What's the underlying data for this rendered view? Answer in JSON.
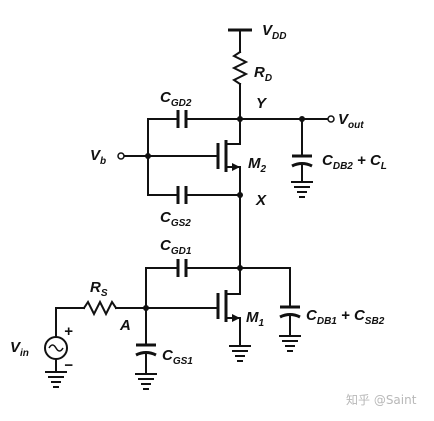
{
  "diagram": {
    "labels": {
      "vdd_main": "V",
      "vdd_sub": "DD",
      "rd_main": "R",
      "rd_sub": "D",
      "y": "Y",
      "cgd2_main": "C",
      "cgd2_sub": "GD2",
      "vout_main": "V",
      "vout_sub": "out",
      "vb_main": "V",
      "vb_sub": "b",
      "m2_main": "M",
      "m2_sub": "2",
      "cdb2_main": "C",
      "cdb2_sub": "DB2",
      "cdb2_tail": " + C",
      "cdb2_tail_sub": "L",
      "cgs2_main": "C",
      "cgs2_sub": "GS2",
      "x": "X",
      "cgd1_main": "C",
      "cgd1_sub": "GD1",
      "rs_main": "R",
      "rs_sub": "S",
      "a": "A",
      "m1_main": "M",
      "m1_sub": "1",
      "cdb1_main": "C",
      "cdb1_sub": "DB1",
      "cdb1_tail": " + C",
      "cdb1_tail_sub": "SB2",
      "vin_main": "V",
      "vin_sub": "in",
      "plus": "+",
      "minus": "−",
      "cgs1_main": "C",
      "cgs1_sub": "GS1"
    },
    "watermark": "知乎 @Saint",
    "icons": [
      "resistor-icon",
      "capacitor-icon",
      "nmos-transistor-icon",
      "ground-icon",
      "voltage-source-icon"
    ]
  }
}
